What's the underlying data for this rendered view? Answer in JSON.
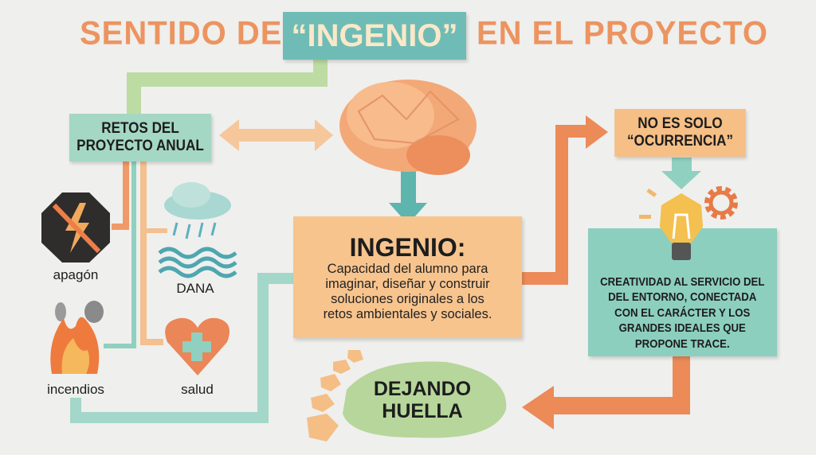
{
  "title": {
    "part1": "SENTIDO DE",
    "highlight": "“INGENIO”",
    "part2": "EN EL PROYECTO"
  },
  "retos": {
    "line1": "RETOS DEL",
    "line2": "PROYECTO ANUAL"
  },
  "challenges": [
    {
      "label": "apagón",
      "icon": "no-lightning-icon"
    },
    {
      "label": "DANA",
      "icon": "rain-cloud-waves-icon"
    },
    {
      "label": "incendios",
      "icon": "fire-icon"
    },
    {
      "label": "salud",
      "icon": "heart-cross-icon"
    }
  ],
  "ingenio": {
    "heading": "INGENIO:",
    "lines": [
      "Capacidad del alumno para",
      "imaginar, diseñar y construir",
      "soluciones originales a los",
      "retos ambientales y sociales."
    ]
  },
  "no_es_solo": {
    "line1": "NO ES SOLO",
    "line2": "“OCURRENCIA”"
  },
  "creatividad": {
    "lines": [
      "CREATIVIDAD AL SERVICIO DEL",
      "DEL ENTORNO, CONECTADA",
      "CON EL CARÁCTER Y LOS",
      "GRANDES IDEALES QUE",
      "PROPONE TRACE."
    ]
  },
  "huella": {
    "line1": "DEJANDO",
    "line2": "HUELLA"
  },
  "colors": {
    "orange": "#e8834f",
    "peach": "#f7c38c",
    "teal": "#8ccfbf",
    "green": "#b6d69b",
    "title": "#ec9460"
  }
}
